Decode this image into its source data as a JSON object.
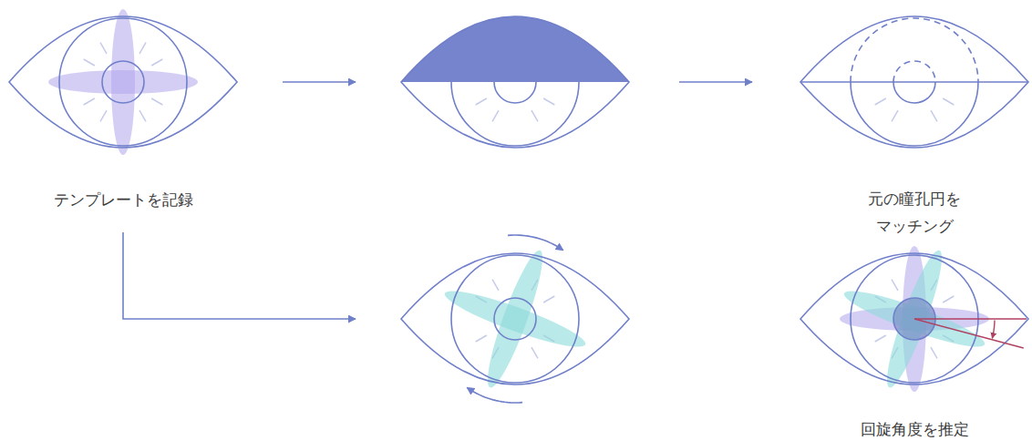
{
  "diagram": {
    "labels": [
      "テンプレートを記録",
      "元の瞳孔円を マッチング",
      "回旋角度を推定"
    ]
  }
}
